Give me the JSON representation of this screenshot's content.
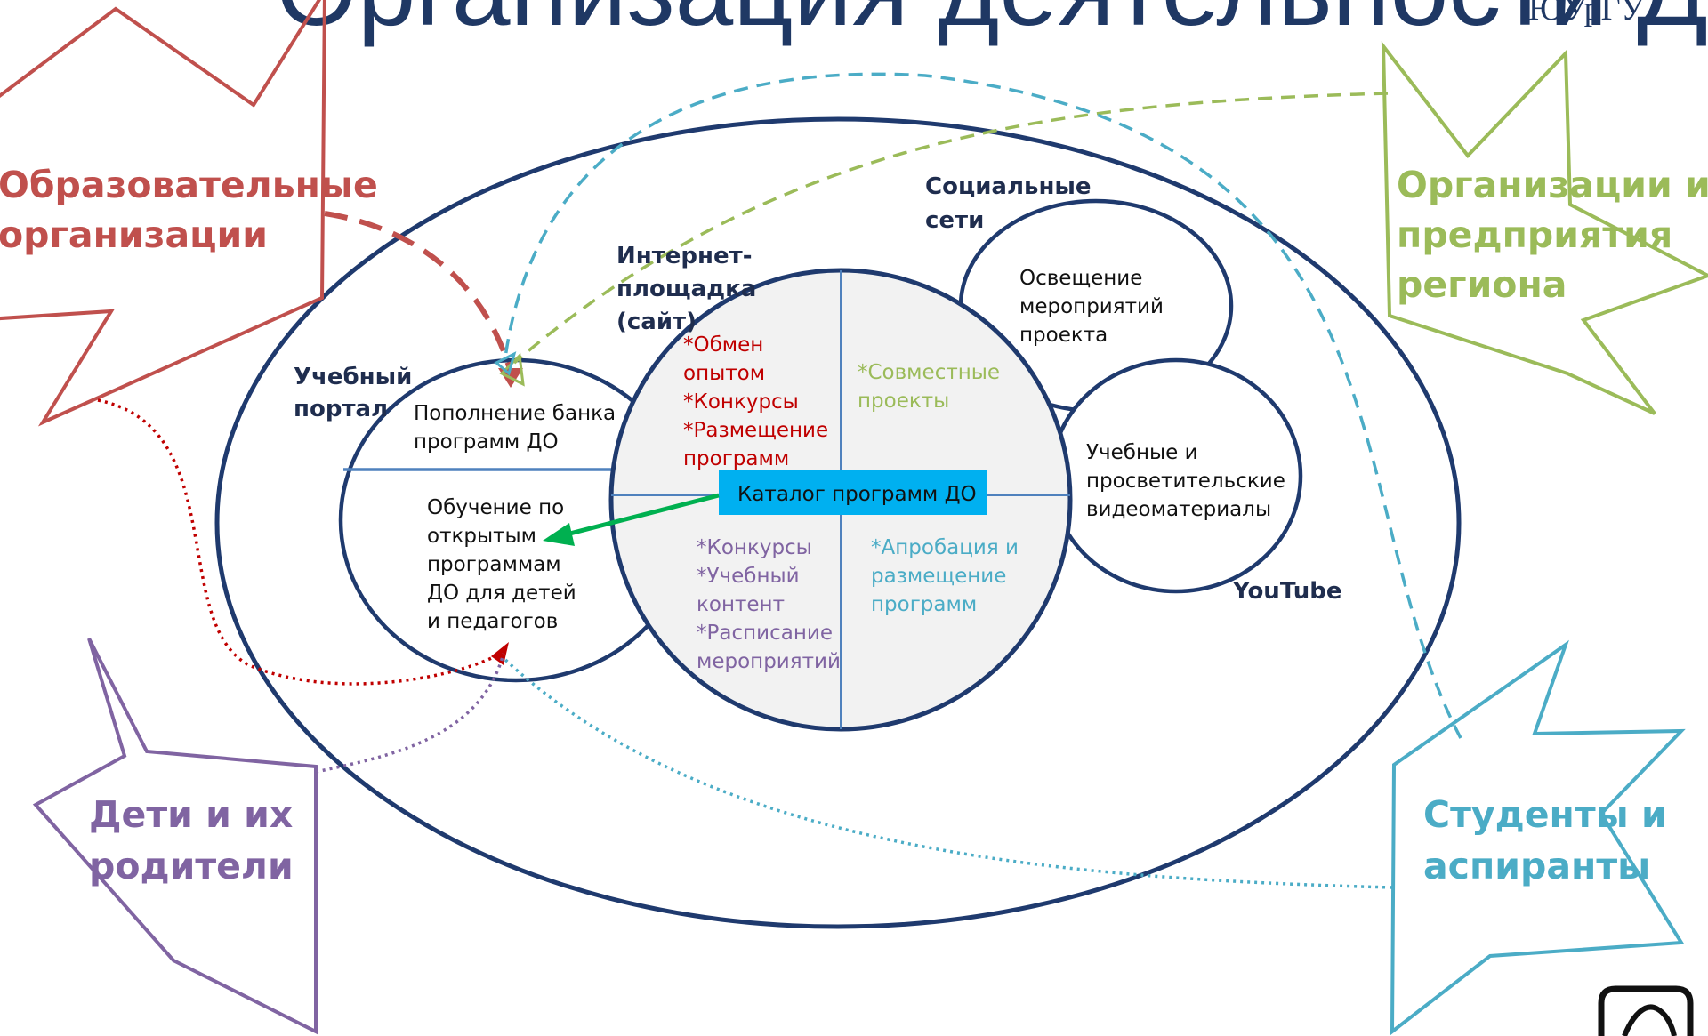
{
  "slide": {
    "title": "Организация деятельности ДИУ",
    "logo_text": "ЮУрГУ"
  },
  "groups": {
    "educational_orgs": {
      "line1": "Образовательные",
      "line2": "организации",
      "color": "#c0504d"
    },
    "regional_orgs": {
      "line1": "Организации и",
      "line2": "предприятия",
      "line3": "региона",
      "color": "#9bbb59"
    },
    "children_parents": {
      "line1": "Дети и их",
      "line2": "родители",
      "color": "#8064a2"
    },
    "students": {
      "line1": "Студенты и",
      "line2": "аспиранты",
      "color": "#4bacc6"
    }
  },
  "portal": {
    "label_line1": "Учебный",
    "label_line2": "портал",
    "top_line1": "Пополнение банка",
    "top_line2": "программ ДО",
    "bottom_lines": [
      "Обучение по",
      "открытым",
      "программам",
      "ДО для детей",
      "и педагогов"
    ]
  },
  "site": {
    "label_line1": "Интернет-",
    "label_line2": "площадка",
    "label_line3": "(сайт)",
    "q_top_left": [
      "*Обмен",
      "опытом",
      "*Конкурсы",
      "*Размещение",
      "программ"
    ],
    "q_top_right": [
      "*Совместные",
      "проекты"
    ],
    "q_bottom_left": [
      "*Конкурсы",
      "*Учебный",
      "контент",
      "*Расписание",
      "мероприятий"
    ],
    "q_bottom_right": [
      "*Апробация  и",
      "размещение",
      "программ"
    ],
    "catalog_label": "Каталог программ ДО",
    "colors": {
      "top_left": "#c00000",
      "top_right": "#9bbb59",
      "bottom_left": "#8064a2",
      "bottom_right": "#4bacc6",
      "catalog_bg": "#00b0f0"
    }
  },
  "social": {
    "label_line1": "Социальные",
    "label_line2": "сети",
    "items": [
      "Освещение",
      "мероприятий",
      "проекта"
    ]
  },
  "youtube": {
    "label": "YouTube",
    "items": [
      "Учебные и",
      "просветительские",
      "видеоматериалы"
    ]
  },
  "colors": {
    "outline": "#1f3a6e",
    "connector_green": "#00b050"
  }
}
